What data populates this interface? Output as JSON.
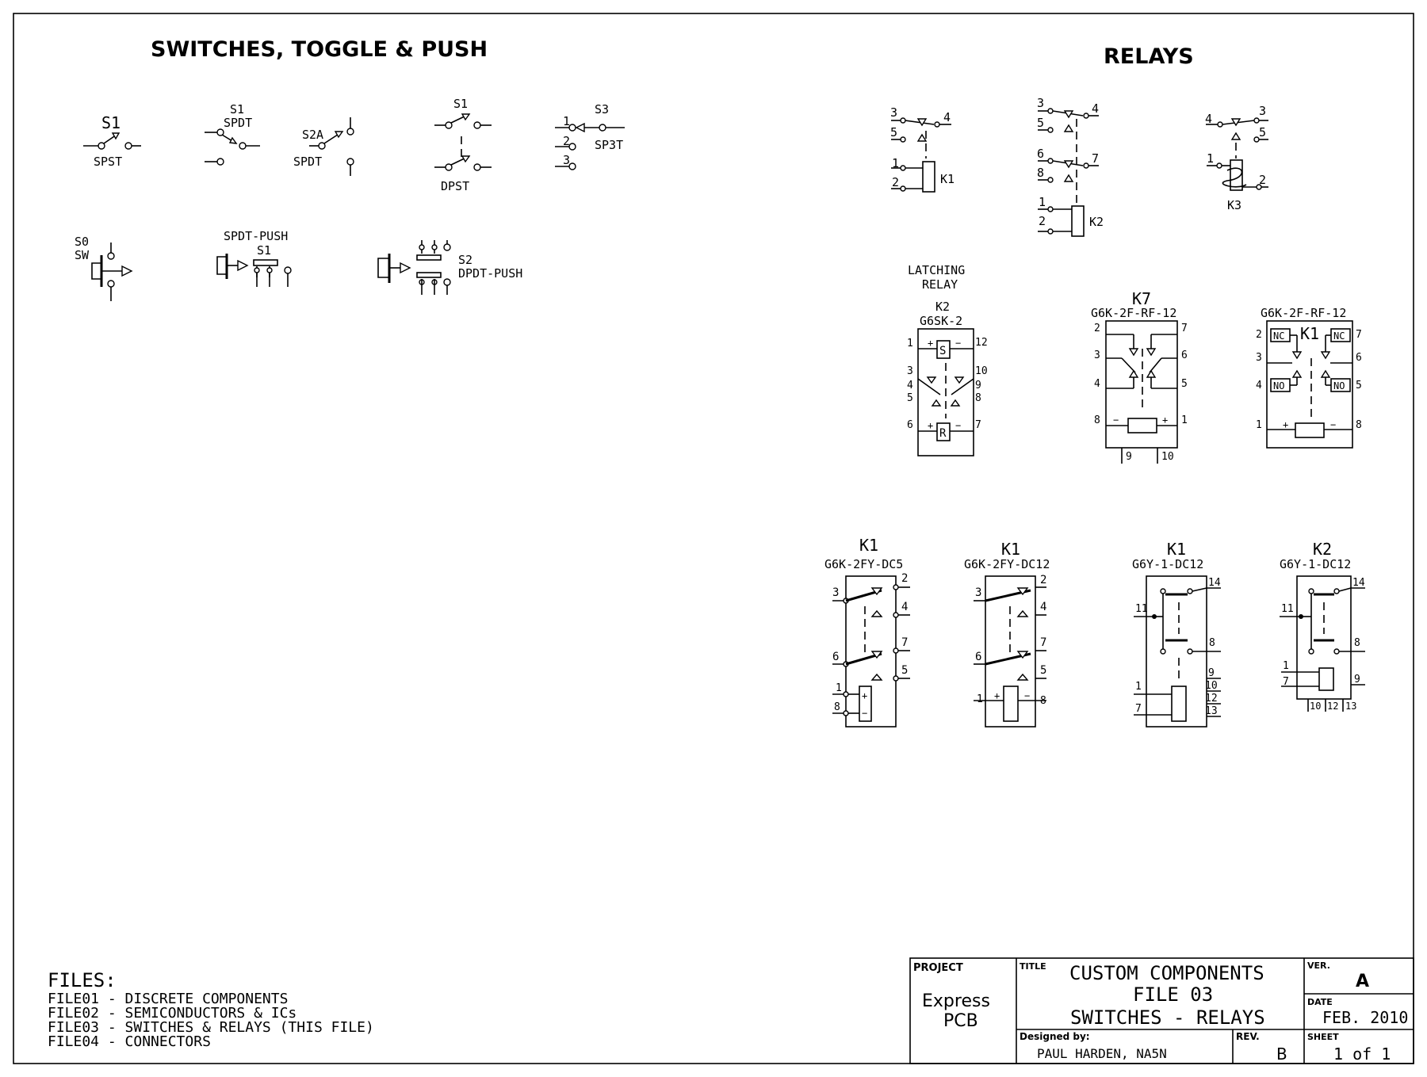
{
  "sections": {
    "switches_title": "SWITCHES, TOGGLE & PUSH",
    "relays_title": "RELAYS"
  },
  "switches": {
    "s1_spst": {
      "ref": "S1",
      "type": "SPST"
    },
    "s1_spdt": {
      "ref": "S1",
      "type": "SPDT"
    },
    "s2a_spdt": {
      "ref": "S2A",
      "type": "SPDT"
    },
    "s1_dpst": {
      "ref": "S1",
      "type": "DPST"
    },
    "s3_sp3t": {
      "ref": "S3",
      "type": "SP3T",
      "pins": [
        "1",
        "2",
        "3"
      ]
    },
    "s0_sw": {
      "ref": "S0",
      "type": "SW"
    },
    "s1_spdt_push": {
      "ref": "S1",
      "type": "SPDT-PUSH"
    },
    "s2_dpdt_push": {
      "ref": "S2",
      "type": "DPDT-PUSH"
    }
  },
  "relays": {
    "k1_simple": {
      "ref": "K1",
      "pins": [
        "3",
        "4",
        "5",
        "1",
        "2"
      ]
    },
    "k2_simple": {
      "ref": "K2",
      "pins": [
        "3",
        "4",
        "5",
        "6",
        "7",
        "8",
        "1",
        "2"
      ]
    },
    "k3_simple": {
      "ref": "K3",
      "pins": [
        "4",
        "3",
        "5",
        "1",
        "2"
      ]
    },
    "latching": {
      "label_line1": "LATCHING",
      "label_line2": "RELAY",
      "ref": "K2",
      "part": "G6SK-2",
      "set": "S",
      "reset": "R",
      "pins": [
        "1",
        "12",
        "3",
        "10",
        "4",
        "9",
        "5",
        "8",
        "6",
        "7"
      ]
    },
    "k7": {
      "ref": "K7",
      "part": "G6K-2F-RF-12",
      "pins": [
        "2",
        "7",
        "3",
        "6",
        "4",
        "5",
        "8",
        "1",
        "9",
        "10"
      ]
    },
    "k1_rf": {
      "ref": "K1",
      "part": "G6K-2F-RF-12",
      "nc": "NC",
      "no": "NO",
      "pins": [
        "2",
        "7",
        "3",
        "6",
        "4",
        "5",
        "1",
        "8"
      ]
    },
    "k1_dc5": {
      "ref": "K1",
      "part": "G6K-2FY-DC5",
      "pins": [
        "2",
        "3",
        "4",
        "7",
        "6",
        "5",
        "1",
        "8"
      ]
    },
    "k1_dc12": {
      "ref": "K1",
      "part": "G6K-2FY-DC12",
      "pins": [
        "2",
        "3",
        "4",
        "7",
        "6",
        "5",
        "1",
        "8"
      ]
    },
    "k1_g6y": {
      "ref": "K1",
      "part": "G6Y-1-DC12",
      "pins": [
        "14",
        "11",
        "8",
        "9",
        "10",
        "1",
        "12",
        "7",
        "13"
      ]
    },
    "k2_g6y": {
      "ref": "K2",
      "part": "G6Y-1-DC12",
      "pins": [
        "14",
        "11",
        "8",
        "1",
        "7",
        "9",
        "10",
        "12",
        "13"
      ]
    }
  },
  "files": {
    "heading": "FILES:",
    "items": [
      "FILE01 - DISCRETE COMPONENTS",
      "FILE02 - SEMICONDUCTORS & ICs",
      "FILE03 - SWITCHES & RELAYS (THIS FILE)",
      "FILE04 - CONNECTORS"
    ]
  },
  "title_block": {
    "project_label": "PROJECT",
    "project_line1": "Express",
    "project_line2": "PCB",
    "title_label": "TITLE",
    "title_line1": "CUSTOM COMPONENTS",
    "title_line2": "FILE 03",
    "title_line3": "SWITCHES - RELAYS",
    "ver_label": "VER.",
    "ver": "A",
    "date_label": "DATE",
    "date": "FEB. 2010",
    "designed_label": "Designed by:",
    "designer": "PAUL HARDEN, NA5N",
    "rev_label": "REV.",
    "rev": "B",
    "sheet_label": "SHEET",
    "sheet": "1 of 1"
  }
}
